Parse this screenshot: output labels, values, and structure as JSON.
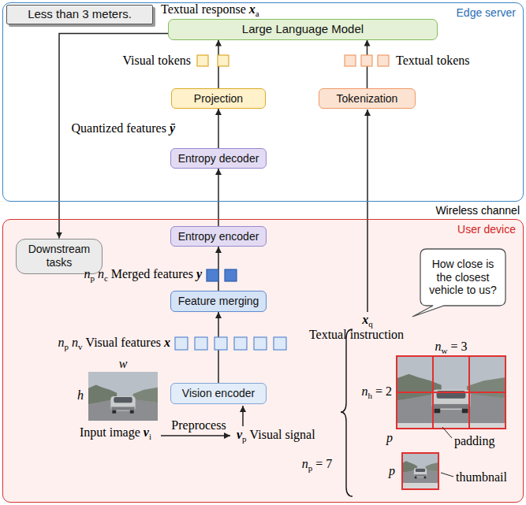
{
  "diagram": {
    "nodes": [
      {
        "text": [
          "Edge server"
        ]
      },
      {
        "text": [
          "Less than 3 meters."
        ],
        "in": 0
      },
      {
        "text": [
          "Large Language Model"
        ],
        "in": 0
      },
      {
        "text": [
          "Projection"
        ],
        "in": 0
      },
      {
        "text": [
          "Tokenization"
        ],
        "in": 0
      },
      {
        "text": [
          "Entropy decoder"
        ],
        "in": 0
      },
      {
        "text": [
          "User device"
        ]
      },
      {
        "text": [
          "Entropy encoder"
        ],
        "in": 6
      },
      {
        "text": [
          "Downstream tasks"
        ],
        "in": 6
      },
      {
        "text": [
          "How close is the closest vehicle to us?"
        ],
        "in": 6
      },
      {
        "text": [
          "Feature merging"
        ],
        "in": 6
      },
      {
        "text": [
          "Vision encoder"
        ],
        "in": 6
      }
    ],
    "edges": [
      {
        "from": 3,
        "to": 2,
        "arrow": "to"
      },
      {
        "from": 4,
        "to": 2,
        "arrow": "to"
      },
      {
        "from": 5,
        "to": 3,
        "arrow": "to"
      },
      {
        "from": 7,
        "to": 5,
        "arrow": "to"
      },
      {
        "from": 10,
        "to": 7,
        "arrow": "to"
      },
      {
        "from": 11,
        "to": 10,
        "arrow": "to"
      },
      {
        "from": 2,
        "to": 8,
        "arrow": "to"
      }
    ],
    "labels": [
      "Textual response",
      "x",
      "a",
      "Visual tokens",
      "Textual tokens",
      "Quantized features",
      "ȳ",
      "Wireless channel",
      "n",
      "p",
      "n",
      "c",
      "Merged features",
      "y",
      "x",
      "q",
      "Textual instruction",
      "n",
      "p",
      "n",
      "v",
      "Visual features",
      "x",
      "w",
      "h",
      "Input image",
      "v",
      "i",
      "Preprocess",
      "v",
      "p",
      "Visual signal",
      "n",
      "p",
      "= 7",
      "n",
      "w",
      "= 3",
      "n",
      "h",
      "= 2",
      "p",
      "padding",
      "p",
      "thumbnail"
    ]
  }
}
